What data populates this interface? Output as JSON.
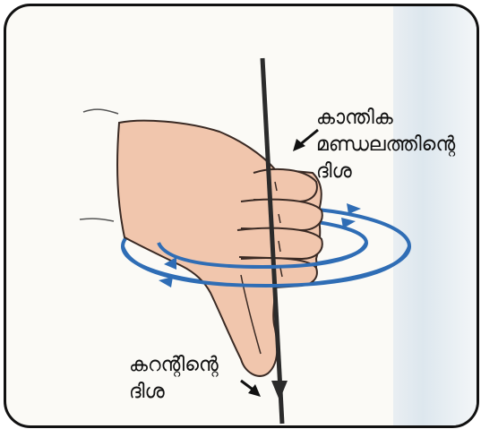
{
  "diagram": {
    "labels": {
      "field_direction": [
        "കാന്തിക",
        "മണ്ഡലത്തിന്റെ",
        "ദിശ"
      ],
      "current_direction": [
        "കറന്റിന്റെ",
        "ദിശ"
      ]
    },
    "colors": {
      "field_lines": "#2f6db5",
      "hand_fill": "#f1c6ad",
      "hand_outline": "#3a2a24",
      "wire": "#2b2b2b",
      "border": "#111111"
    },
    "icons": [
      "hand-icon",
      "arrow-icon"
    ]
  }
}
